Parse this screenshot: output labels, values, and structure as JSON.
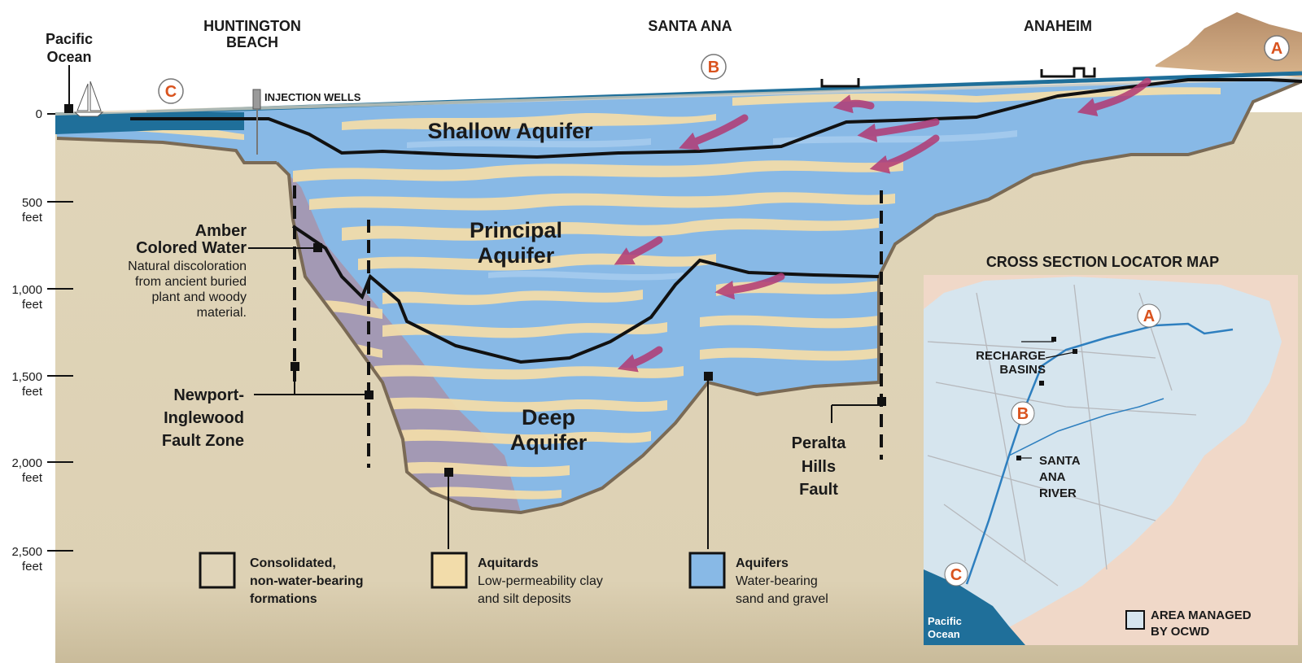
{
  "cities": {
    "huntington_1": "HUNTINGTON",
    "huntington_2": "BEACH",
    "santa_ana": "SANTA ANA",
    "anaheim": "ANAHEIM"
  },
  "ocean": {
    "line1": "Pacific",
    "line2": "Ocean"
  },
  "injection_wells": "INJECTION WELLS",
  "markers": {
    "a": "A",
    "b": "B",
    "c": "C"
  },
  "aquifers": {
    "shallow": "Shallow Aquifer",
    "principal_1": "Principal",
    "principal_2": "Aquifer",
    "deep_1": "Deep",
    "deep_2": "Aquifer"
  },
  "depth_ticks": [
    {
      "value": "0",
      "unit": ""
    },
    {
      "value": "500",
      "unit": "feet"
    },
    {
      "value": "1,000",
      "unit": "feet"
    },
    {
      "value": "1,500",
      "unit": "feet"
    },
    {
      "value": "2,000",
      "unit": "feet"
    },
    {
      "value": "2,500",
      "unit": "feet"
    }
  ],
  "amber": {
    "title_1": "Amber",
    "title_2": "Colored Water",
    "desc_1": "Natural discoloration",
    "desc_2": "from ancient buried",
    "desc_3": "plant and woody",
    "desc_4": "material."
  },
  "newport": {
    "line1": "Newport-",
    "line2": "Inglewood",
    "line3": "Fault Zone"
  },
  "peralta": {
    "line1": "Peralta",
    "line2": "Hills",
    "line3": "Fault"
  },
  "legend": {
    "consolidated": {
      "line1": "Consolidated,",
      "line2": "non-water-bearing",
      "line3": "formations",
      "color": "#e0d4b8"
    },
    "aquitards": {
      "title": "Aquitards",
      "desc1": "Low-permeability clay",
      "desc2": "and silt deposits",
      "color": "#f2dcaa"
    },
    "aquifers": {
      "title": "Aquifers",
      "desc1": "Water-bearing",
      "desc2": "sand and gravel",
      "color": "#88b9e6"
    }
  },
  "locator_map": {
    "title": "CROSS SECTION LOCATOR MAP",
    "recharge_1": "RECHARGE",
    "recharge_2": "BASINS",
    "river_1": "SANTA",
    "river_2": "ANA",
    "river_3": "RIVER",
    "ocean_1": "Pacific",
    "ocean_2": "Ocean",
    "managed_1": "AREA MANAGED",
    "managed_2": "BY OCWD"
  },
  "colors": {
    "ground": "#ddd1b4",
    "water": "#1f6f9a",
    "aquifer": "#88b9e6",
    "aquitard": "#f2dcaa",
    "purple": "#a399b4",
    "arrow": "#b23a73",
    "marker": "#d9531e",
    "map_bg": "#d6e5ee",
    "map_outer": "#f0d8c8"
  }
}
